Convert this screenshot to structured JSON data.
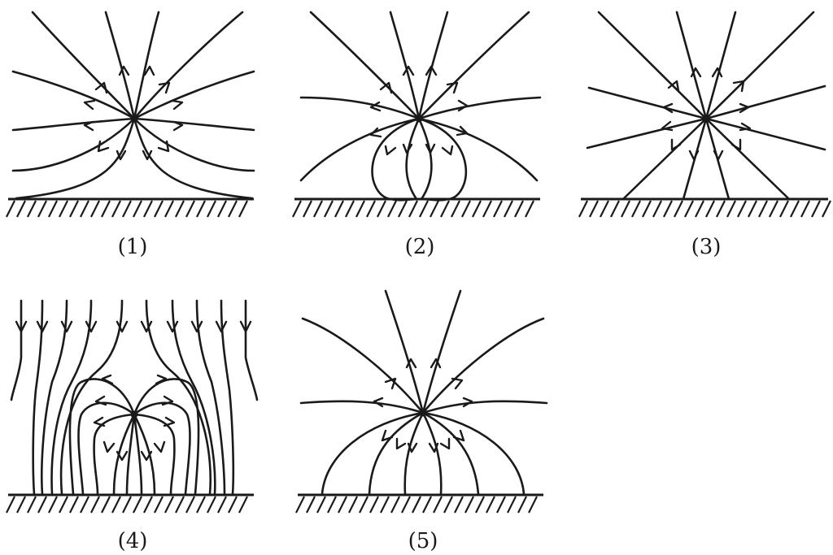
{
  "panels": [
    {
      "label": "(1)",
      "stroke": "#1a1a1a"
    },
    {
      "label": "(2)",
      "stroke": "#1a1a1a"
    },
    {
      "label": "(3)",
      "stroke": "#1a1a1a"
    },
    {
      "label": "(4)",
      "stroke": "#1a1a1a"
    },
    {
      "label": "(5)",
      "stroke": "#1a1a1a"
    }
  ],
  "background": "#ffffff"
}
